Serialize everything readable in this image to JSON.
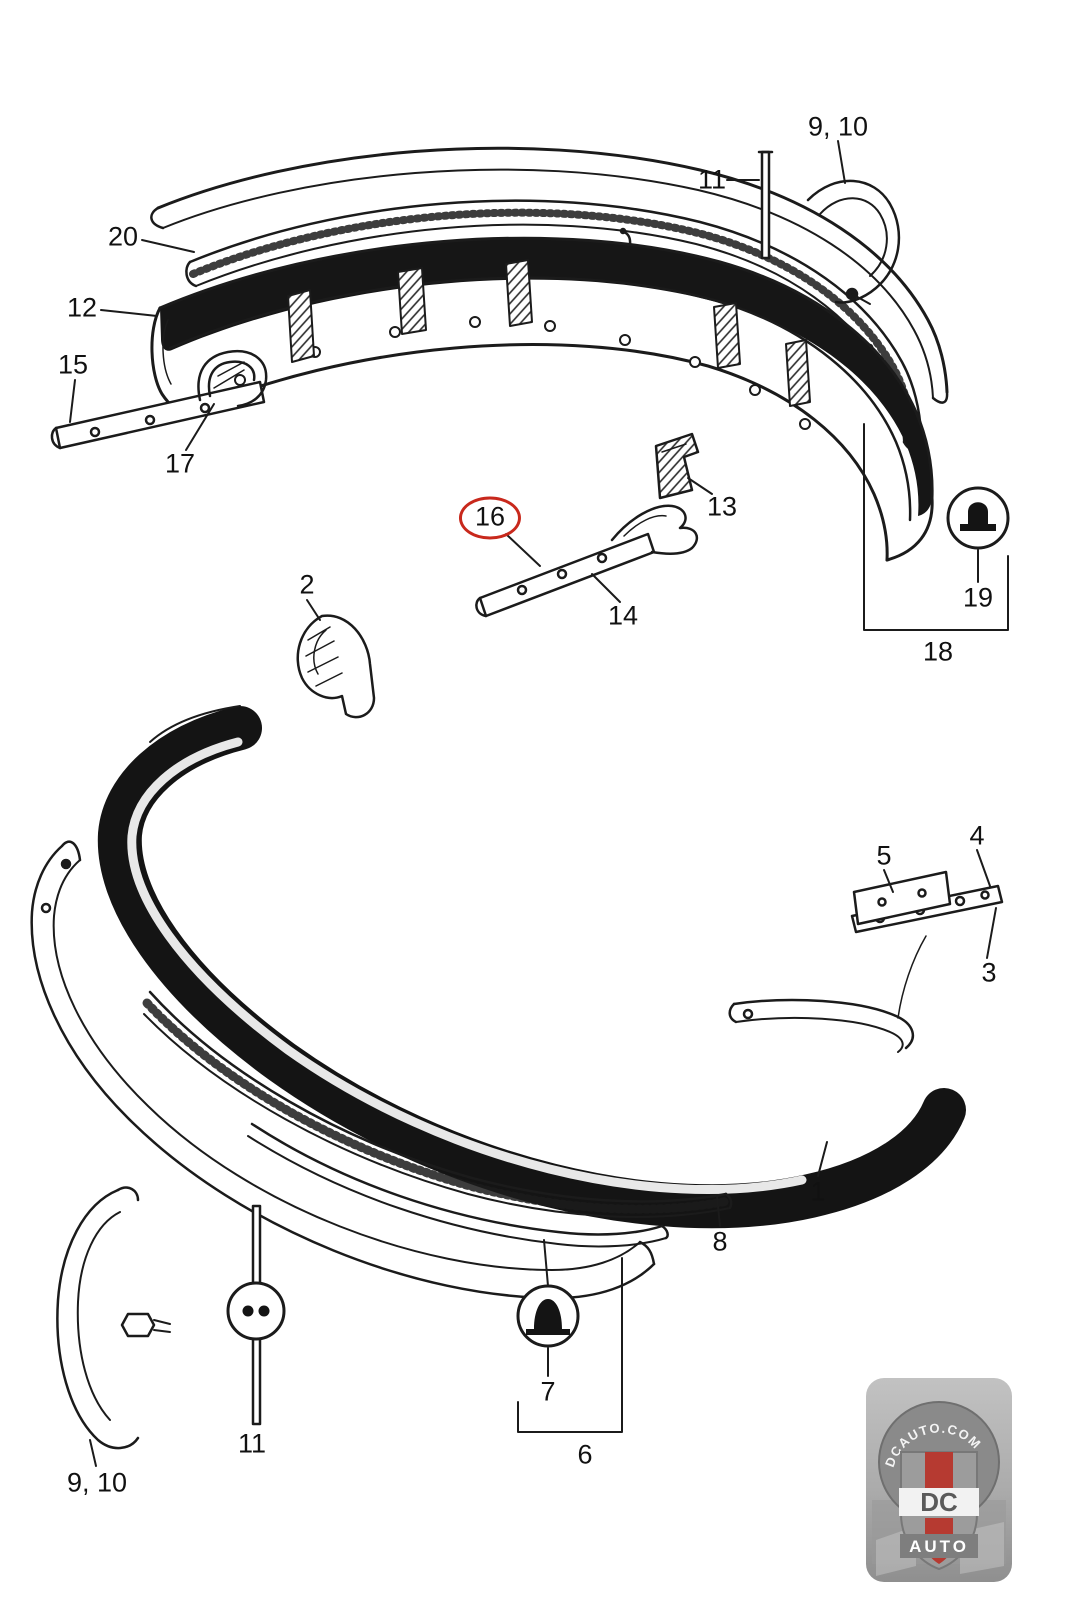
{
  "meta": {
    "background": "#ffffff",
    "line_color": "#1b1b1b",
    "highlight_color": "#c8281c",
    "description": "Exploded parts diagram of front and rear bumper assemblies with numbered callouts; part 16 is circled in red."
  },
  "diagram": {
    "callouts": [
      {
        "id": "c-9-10-top",
        "label": "9, 10"
      },
      {
        "id": "c-11-top",
        "label": "11"
      },
      {
        "id": "c-20",
        "label": "20"
      },
      {
        "id": "c-12",
        "label": "12"
      },
      {
        "id": "c-15",
        "label": "15"
      },
      {
        "id": "c-17",
        "label": "17"
      },
      {
        "id": "c-16",
        "label": "16",
        "highlighted": true
      },
      {
        "id": "c-13",
        "label": "13"
      },
      {
        "id": "c-14",
        "label": "14"
      },
      {
        "id": "c-2",
        "label": "2"
      },
      {
        "id": "c-19",
        "label": "19"
      },
      {
        "id": "c-18",
        "label": "18"
      },
      {
        "id": "c-5",
        "label": "5"
      },
      {
        "id": "c-4",
        "label": "4"
      },
      {
        "id": "c-3",
        "label": "3"
      },
      {
        "id": "c-1",
        "label": "1"
      },
      {
        "id": "c-8",
        "label": "8"
      },
      {
        "id": "c-7",
        "label": "7"
      },
      {
        "id": "c-6",
        "label": "6"
      },
      {
        "id": "c-11-bottom",
        "label": "11"
      },
      {
        "id": "c-9-10-bottom",
        "label": "9, 10"
      }
    ]
  },
  "watermark": {
    "site": "DCAUTO.COM",
    "brand": "DC",
    "brand_sub": "AUTO"
  }
}
